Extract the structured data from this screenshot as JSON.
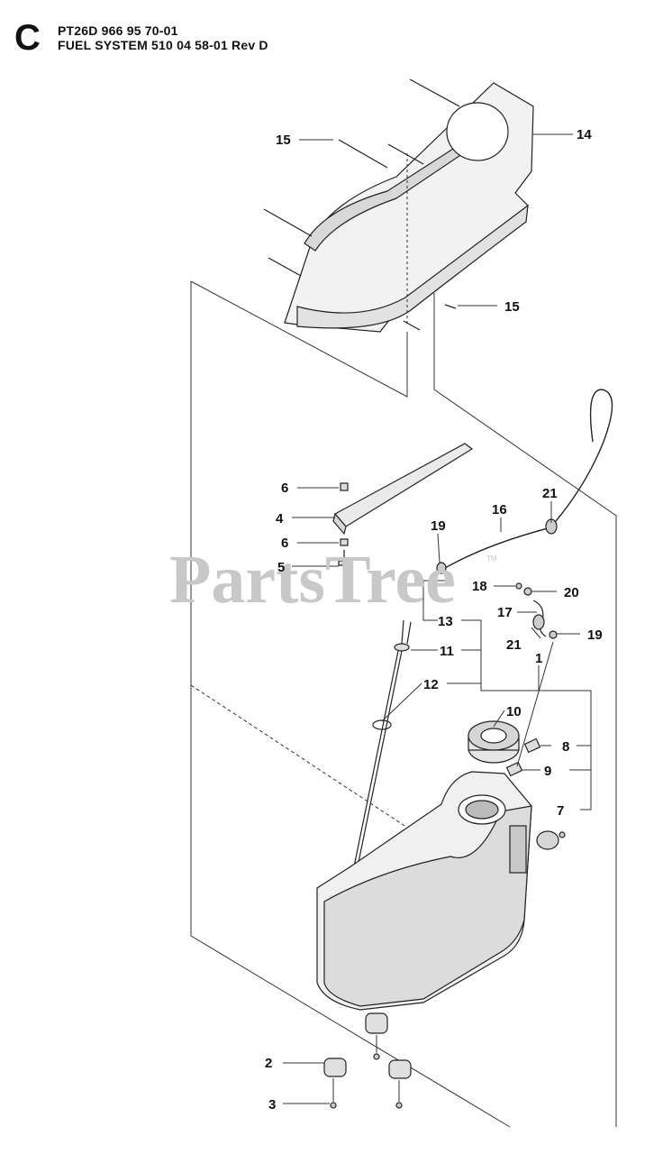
{
  "header": {
    "section_letter": "C",
    "line1": "PT26D 966 95 70-01",
    "line2": "FUEL SYSTEM 510 04 58-01 Rev D"
  },
  "watermark": {
    "text": "PartsTree",
    "mark": "TM"
  },
  "callouts": {
    "c1": "1",
    "c2": "2",
    "c3": "3",
    "c4": "4",
    "c5": "5",
    "c6a": "6",
    "c6b": "6",
    "c7": "7",
    "c8": "8",
    "c9": "9",
    "c10": "10",
    "c11": "11",
    "c12": "12",
    "c13": "13",
    "c14": "14",
    "c15a": "15",
    "c15b": "15",
    "c16": "16",
    "c17": "17",
    "c18": "18",
    "c19a": "19",
    "c19b": "19",
    "c20": "20",
    "c21a": "21",
    "c21b": "21"
  }
}
